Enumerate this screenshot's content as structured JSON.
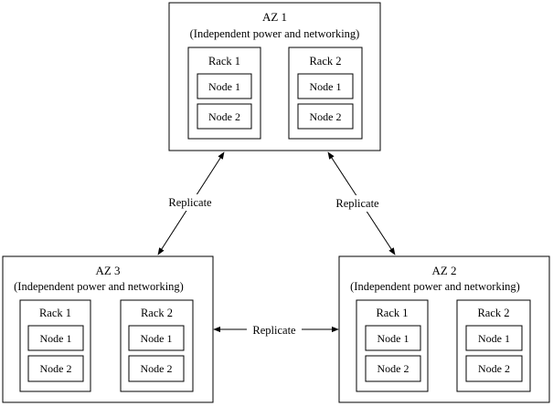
{
  "diagram": {
    "zones": [
      {
        "id": "az1",
        "title": "AZ 1",
        "subtitle": "(Independent power and networking)",
        "racks": [
          {
            "label": "Rack 1",
            "nodes": [
              "Node 1",
              "Node 2"
            ]
          },
          {
            "label": "Rack 2",
            "nodes": [
              "Node 1",
              "Node 2"
            ]
          }
        ]
      },
      {
        "id": "az3",
        "title": "AZ 3",
        "subtitle": "(Independent power and networking)",
        "racks": [
          {
            "label": "Rack 1",
            "nodes": [
              "Node 1",
              "Node 2"
            ]
          },
          {
            "label": "Rack 2",
            "nodes": [
              "Node 1",
              "Node 2"
            ]
          }
        ]
      },
      {
        "id": "az2",
        "title": "AZ 2",
        "subtitle": "(Independent power and networking)",
        "racks": [
          {
            "label": "Rack 1",
            "nodes": [
              "Node 1",
              "Node 2"
            ]
          },
          {
            "label": "Rack 2",
            "nodes": [
              "Node 1",
              "Node 2"
            ]
          }
        ]
      }
    ],
    "edges": [
      {
        "from": "az1",
        "to": "az3",
        "label": "Replicate",
        "bidirectional": true
      },
      {
        "from": "az1",
        "to": "az2",
        "label": "Replicate",
        "bidirectional": true
      },
      {
        "from": "az3",
        "to": "az2",
        "label": "Replicate",
        "bidirectional": true
      }
    ]
  }
}
